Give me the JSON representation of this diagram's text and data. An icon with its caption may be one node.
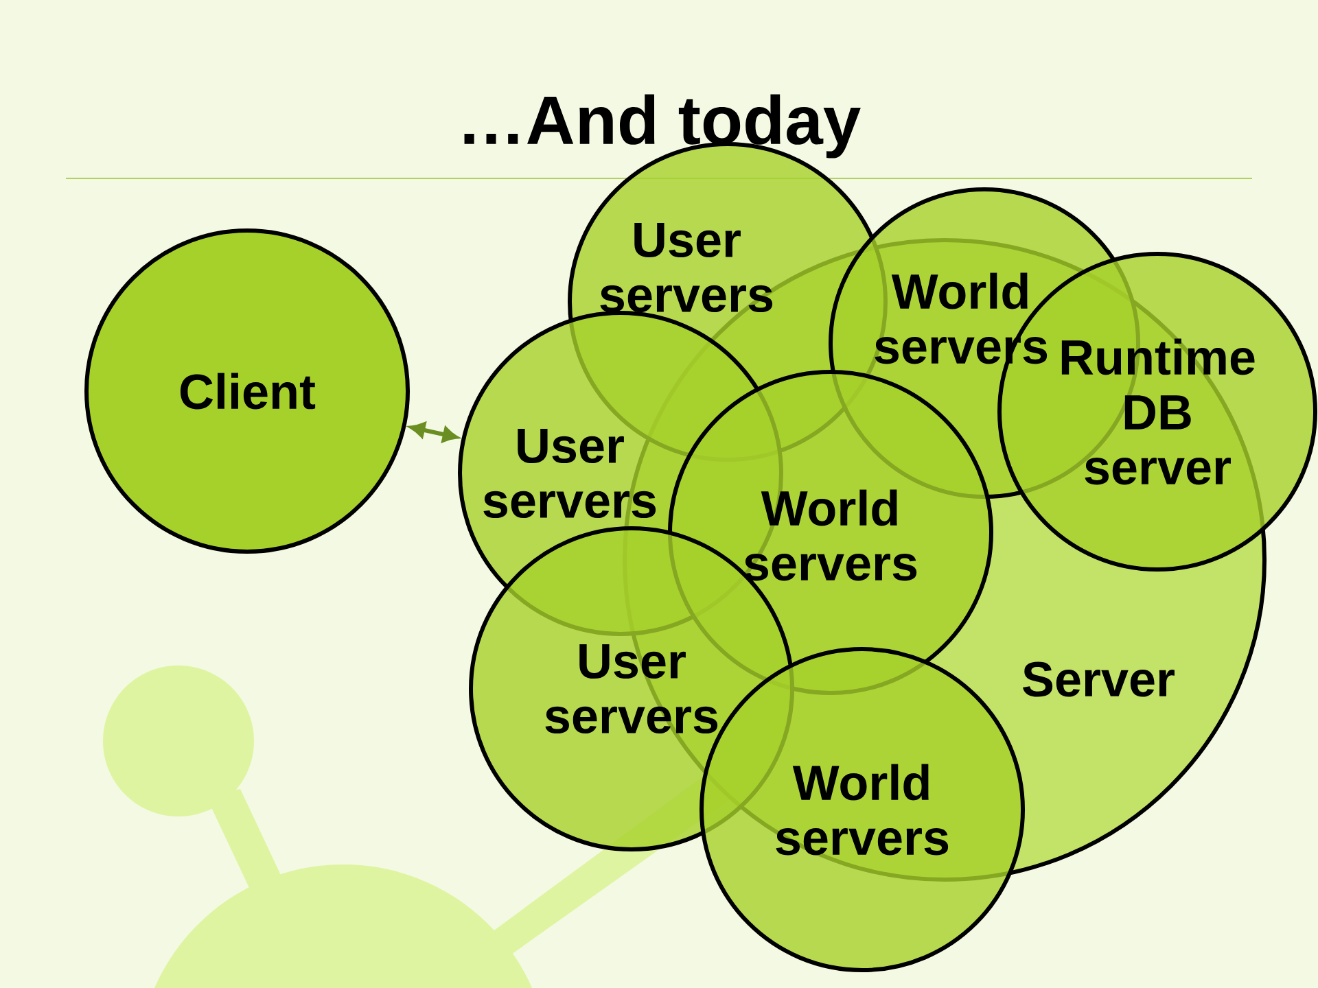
{
  "diagram": {
    "title": "…And today",
    "nodes": [
      {
        "text": [
          "Client"
        ]
      },
      {
        "text": [
          "Server"
        ]
      },
      {
        "text": [
          "User servers"
        ]
      },
      {
        "text": [
          "World servers"
        ]
      },
      {
        "text": [
          "Runtime DB server"
        ]
      },
      {
        "text": [
          "User servers"
        ]
      },
      {
        "text": [
          "World servers"
        ],
        "in": 1
      },
      {
        "text": [
          "User servers"
        ]
      },
      {
        "text": [
          "World servers"
        ]
      }
    ],
    "edges": [
      {
        "from": 0,
        "to": 5,
        "arrow": "both"
      }
    ]
  }
}
